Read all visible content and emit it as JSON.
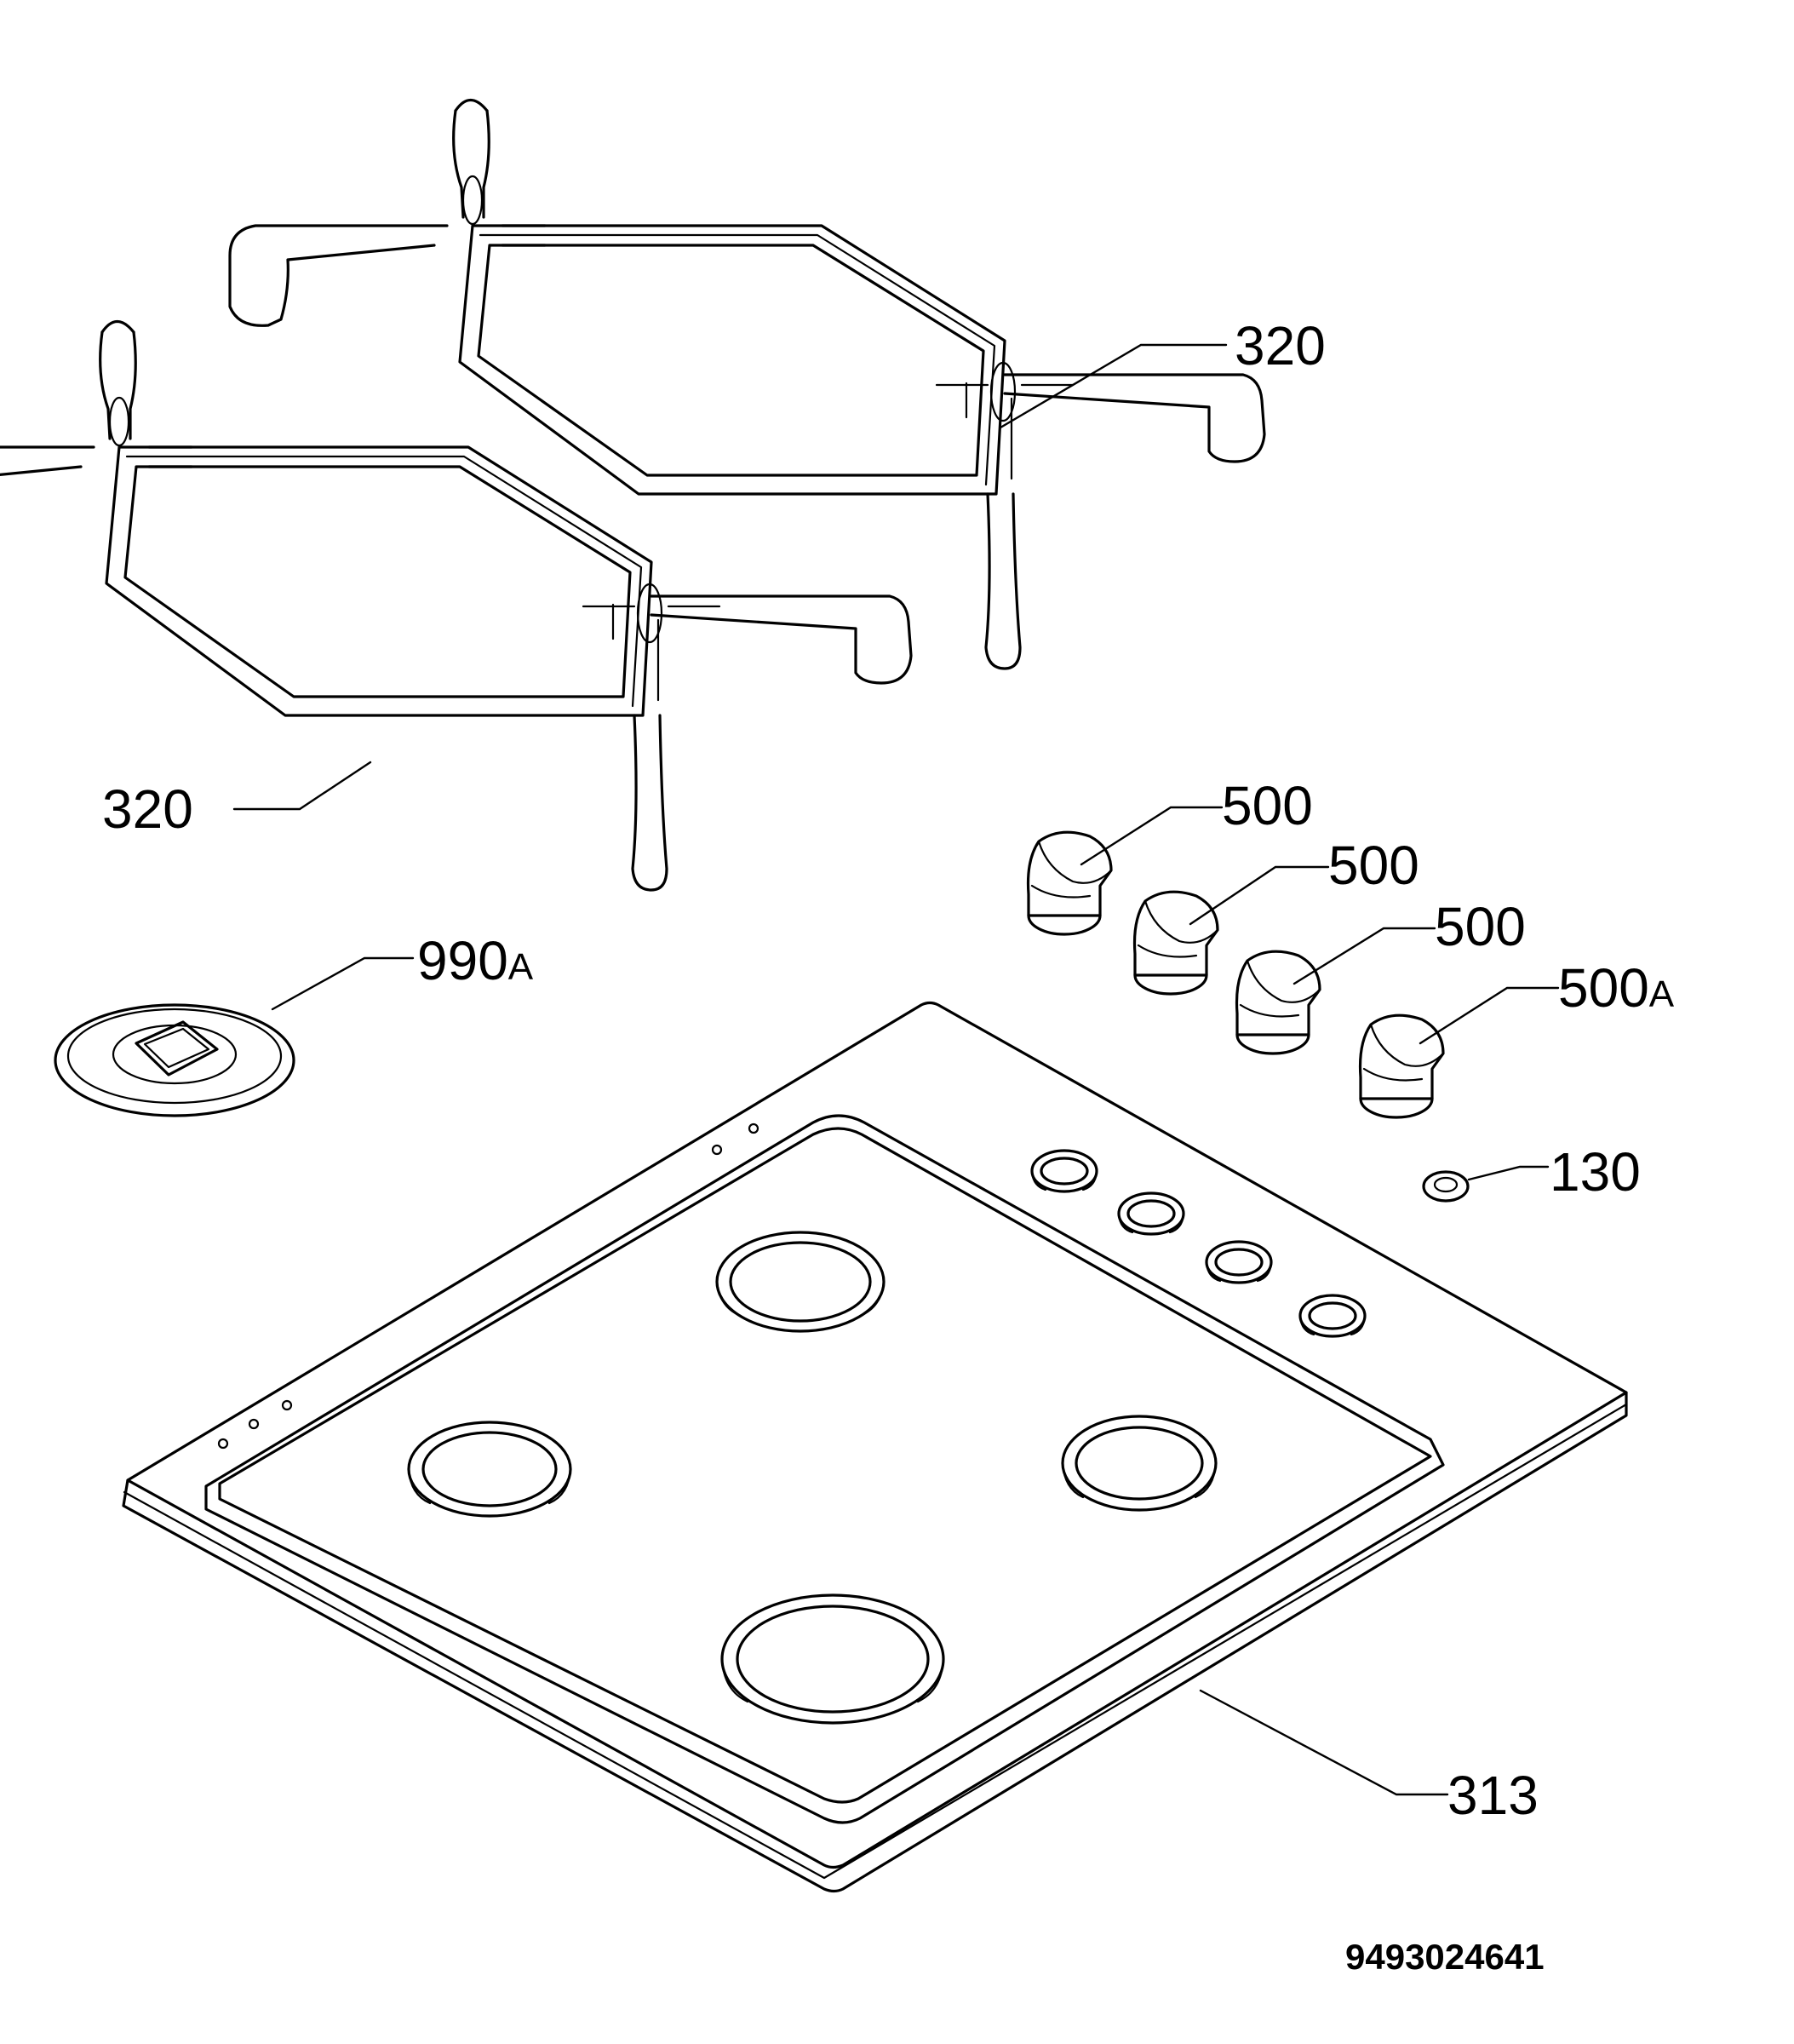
{
  "labels": {
    "grid_top": "320",
    "grid_left": "320",
    "knob_1": "500",
    "knob_2": "500",
    "knob_3": "500",
    "knob_4_num": "500",
    "knob_4_suffix": "A",
    "cover_num": "990",
    "cover_suffix": "A",
    "seal": "130",
    "hob_top": "313"
  },
  "document_code": "9493024641"
}
